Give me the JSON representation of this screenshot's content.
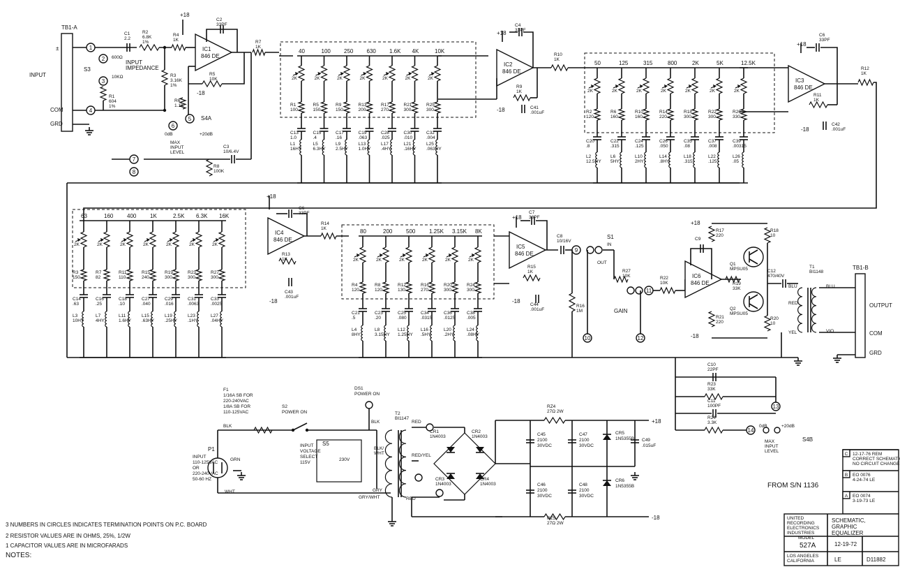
{
  "terminal_blocks": {
    "tb_a": "TB1-A",
    "tb_b": "TB1-B"
  },
  "input": {
    "label": "INPUT",
    "plus": "±",
    "com": "COM",
    "grd": "GRD",
    "impedance_label": "INPUT\nIMPEDANCE",
    "s3": "S3",
    "s3_600": "600Ω",
    "s3_10k": "10KΩ",
    "r1": "R1\n604\n1%",
    "c1": "C1\n2.2",
    "r2_top": "R2\n6.8K\n1%",
    "r3": "R3\n3.16K\n1%",
    "r4": "R4\n1K",
    "r6": "R6\n1.1K",
    "s4a": "S4A",
    "s4a_0db": "0dB",
    "s4a_20db": "+20dB",
    "max_input": "MAX\nINPUT\nLEVEL",
    "c3": "C3\n10/6.4V",
    "r8": "R8\n100K"
  },
  "ic_stages": [
    {
      "id": "IC1",
      "part": "846 DE",
      "cap": "C2\n33PF",
      "r": "R5\n10K"
    },
    {
      "id": "IC2",
      "part": "846 DE",
      "cap": "C4\n33PF",
      "r": "R9\n1K",
      "c": "C41\n.001uF"
    },
    {
      "id": "IC3",
      "part": "846 DE",
      "cap": "C6\n33PF",
      "r": "R11\n1K",
      "c": "C42\n.001uF"
    },
    {
      "id": "IC4",
      "part": "846 DE",
      "cap": "C6\n33PF",
      "r": "R13\n1K",
      "c": "C43\n.001uF"
    },
    {
      "id": "IC5",
      "part": "846 DE",
      "cap": "C7\n33PF",
      "r": "R15\n1K",
      "c": "C44\n.001uF"
    },
    {
      "id": "IC6",
      "part": "846 DE"
    }
  ],
  "bank1": {
    "freqs": [
      "40",
      "100",
      "250",
      "630",
      "1.6K",
      "4K",
      "10K"
    ],
    "resistors": [
      "R1\n100",
      "R5\n150",
      "R9\n150",
      "R13\n200",
      "R17\n270",
      "R21\n300",
      "R25\n300"
    ],
    "caps": [
      "C13\n1.0",
      "C15\n.4",
      "C17\n.16",
      "C19\n.063",
      "C28\n.025",
      "C30\n.010",
      "C32\n.004"
    ],
    "inductors": [
      "L1\n16HY",
      "L5\n6.3HY",
      "L9\n2.5HY",
      "L13\n1.0HY",
      "L17\n.4HY",
      "L21\n.16HY",
      "L25\n.063HY"
    ]
  },
  "bank2": {
    "freqs": [
      "50",
      "125",
      "315",
      "800",
      "2K",
      "5K",
      "12.5K"
    ],
    "resistors": [
      "R2\n120",
      "R6\n160",
      "R10\n160",
      "R14\n220",
      "R18\n300",
      "R22\n300",
      "R26\n330"
    ],
    "caps": [
      "C20\n.8",
      "C22\n.315",
      "C24\n.125",
      "C26\n.050",
      "C35\n.08",
      "C37\n.008",
      "C39\n.00315"
    ],
    "inductors": [
      "L2\n12.5HY",
      "L6\n5HY",
      "L10\n2HY",
      "L14\n.8HY",
      "L18\n.315",
      "L22\n.125",
      "L26\n.05"
    ]
  },
  "bank3": {
    "freqs": [
      "63",
      "160",
      "400",
      "1K",
      "2.5K",
      "6.3K",
      "16K"
    ],
    "resistors": [
      "R3\n150",
      "R7\n82",
      "R11\n110",
      "R15\n240",
      "R19\n300",
      "R23\n300",
      "R27\n300"
    ],
    "caps": [
      "C14\n.63",
      "C16\n.25",
      "C18\n.10",
      "C27\n.040",
      "C29\n.016",
      "C31\n.0063",
      "C33\n.0025"
    ],
    "inductors": [
      "L3\n10HY",
      "L7\n4HY",
      "L11\n1.6HY",
      "L15\n.63HY",
      "L19\n.25HY",
      "L23\n.1HY",
      "L27\n.04HY"
    ]
  },
  "bank4": {
    "freqs": [
      "80",
      "200",
      "500",
      "1.25K",
      "3.15K",
      "8K"
    ],
    "resistors": [
      "R4\n120",
      "R8\n120",
      "R12\n130",
      "R16\n270",
      "R20\n300",
      "R24\n300"
    ],
    "caps": [
      "C21\n.5",
      "C23\n.20",
      "C25\n.080",
      "C34\n.0315",
      "C36\n.0125",
      "C38\n.005"
    ],
    "inductors": [
      "L4\n8HY",
      "L8\n3.15HY",
      "L12\n1.25HY",
      "L16\n.5HY",
      "L20\n.2HY",
      "L24\n.08HY"
    ]
  },
  "pot_label": "2K",
  "series_resistors": {
    "r7": "R7\n1K",
    "r10": "R10\n1K",
    "r12": "R12\n1K",
    "r14": "R14\n1K",
    "r16": "R16\n1M",
    "r22": "R22\n10K",
    "r27": "R27\n10K"
  },
  "output_stage": {
    "c8": "C8\n10/16V",
    "s1": "S1",
    "s1_in": "IN",
    "s1_out": "OUT",
    "gain": "GAIN",
    "r17": "R17\n220",
    "r18": "R18\n10",
    "r19": "R19\n33K",
    "r20": "R20\n10",
    "r21": "R21\n220",
    "q1": "Q1\nMPSU05",
    "q2": "Q2\nMPSU05",
    "c9": "C9\n",
    "c12": "C12\n470/40V",
    "t1": "T1\nBI1148",
    "blu": "BLU",
    "red": "RED",
    "yel": "YEL",
    "vio": "VIO",
    "output_label": "OUTPUT",
    "com": "COM",
    "grd": "GRD",
    "c10": "C10\n22PF",
    "r23": "R23\n33K",
    "c11": "C11\n100PF",
    "r24": "R24\n3.3K",
    "s4b": "S4B",
    "s4b_0db": "0dB",
    "s4b_20db": "+20dB",
    "s4b_label": "MAX\nINPUT\nLEVEL"
  },
  "terminals": [
    "1",
    "2",
    "3",
    "4",
    "5",
    "6",
    "7",
    "8",
    "9",
    "10",
    "11",
    "12",
    "13",
    "14"
  ],
  "pins": [
    "1",
    "2",
    "3",
    "4",
    "5",
    "6",
    "7",
    "8"
  ],
  "rails": {
    "pos": "+18",
    "neg": "-18"
  },
  "power": {
    "f1": "F1\n1/16A SB FOR\n220-240VAC\n1/8A SB FOR\n110-125VAC",
    "s2": "S2\nPOWER ON",
    "ds1": "DS1\nPOWER ON",
    "p1": "P1",
    "p1_text": "INPUT\n110-125VAC\nOR\n220-240VAC\n50-60 HZ",
    "blk": "BLK",
    "grn": "GRN",
    "wht": "WHT",
    "voltage_select": "INPUT\nVOLTAGE\nSELECT\n115V",
    "s5": "S5",
    "v230": "230V",
    "t2": "T2\nBI1147",
    "blk_wht": "BLK/\nWHT",
    "grey": "GRY",
    "grey_wht": "GRY/WHT",
    "red": "RED",
    "red_yel": "RED/YEL",
    "cr": [
      "CR1\n1N4003",
      "CR2\n1N4003",
      "CR3\n1N4003",
      "CR4\n1N4003"
    ],
    "rz4": "RZ4\n27Ω 2W",
    "rz5": "RZ5\n27Ω 2W",
    "c45": "C45\n2100\n30VDC",
    "c46": "C46\n2100\n30VDC",
    "c47": "C47\n2100\n30VDC",
    "c48": "C48\n2100\n30VDC",
    "cr5": "CR5\n1N5355B",
    "cr6": "CR6\n1N5355B",
    "c49": "C49\n.015uF"
  },
  "from_sn": "FROM S/N 1136",
  "notes": {
    "n3": "3 NUMBERS IN CIRCLES INDICATES TERMINATION POINTS ON P.C. BOARD",
    "n2": "2 RESISTOR VALUES ARE IN OHMS, 25%, 1/2W",
    "n1": "1 CAPACITOR VALUES ARE IN MICROFARADS",
    "title": "NOTES:"
  },
  "revisions": [
    {
      "letter": "C",
      "text": "12-17-76 REM\nCORRECT SCHEMATIC\nNO CIRCUIT CHANGE"
    },
    {
      "letter": "B",
      "text": "EO 0076\n4-24-74 LE"
    },
    {
      "letter": "A",
      "text": "EO 0074\n3-19-73 LE"
    }
  ],
  "title_block": {
    "company": "UNITED\nRECORDING\nELECTRONICS\nINDUSTRIES",
    "model_label": "MODEL",
    "model": "527A",
    "location": "LOS ANGELES\nCALIFORNIA",
    "title": "SCHEMATIC,\nGRAPHIC\nEQUALIZER",
    "date": "12-19-72",
    "drawn": "LE",
    "number": "D11882"
  }
}
